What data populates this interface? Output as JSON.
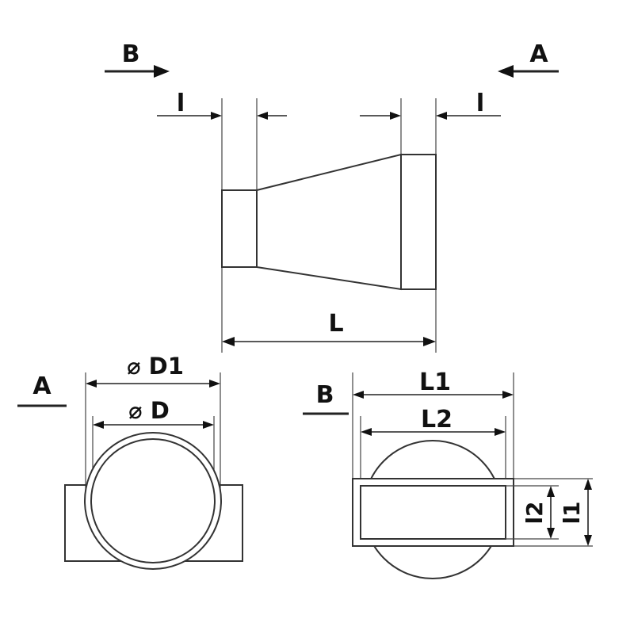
{
  "colors": {
    "line": "#333333",
    "text": "#111111",
    "background": "#ffffff"
  },
  "side_view": {
    "view_b_label": "B",
    "view_a_label": "A",
    "collar_left_label": "l",
    "collar_right_label": "l",
    "length_label": "L"
  },
  "round_end_view": {
    "section_label": "A",
    "outer_diameter_label": "⌀ D1",
    "inner_diameter_label": "⌀ D"
  },
  "rectangular_end_view": {
    "section_label": "B",
    "outer_width_label": "L1",
    "inner_width_label": "L2",
    "inner_height_label": "l2",
    "outer_height_label": "l1"
  }
}
